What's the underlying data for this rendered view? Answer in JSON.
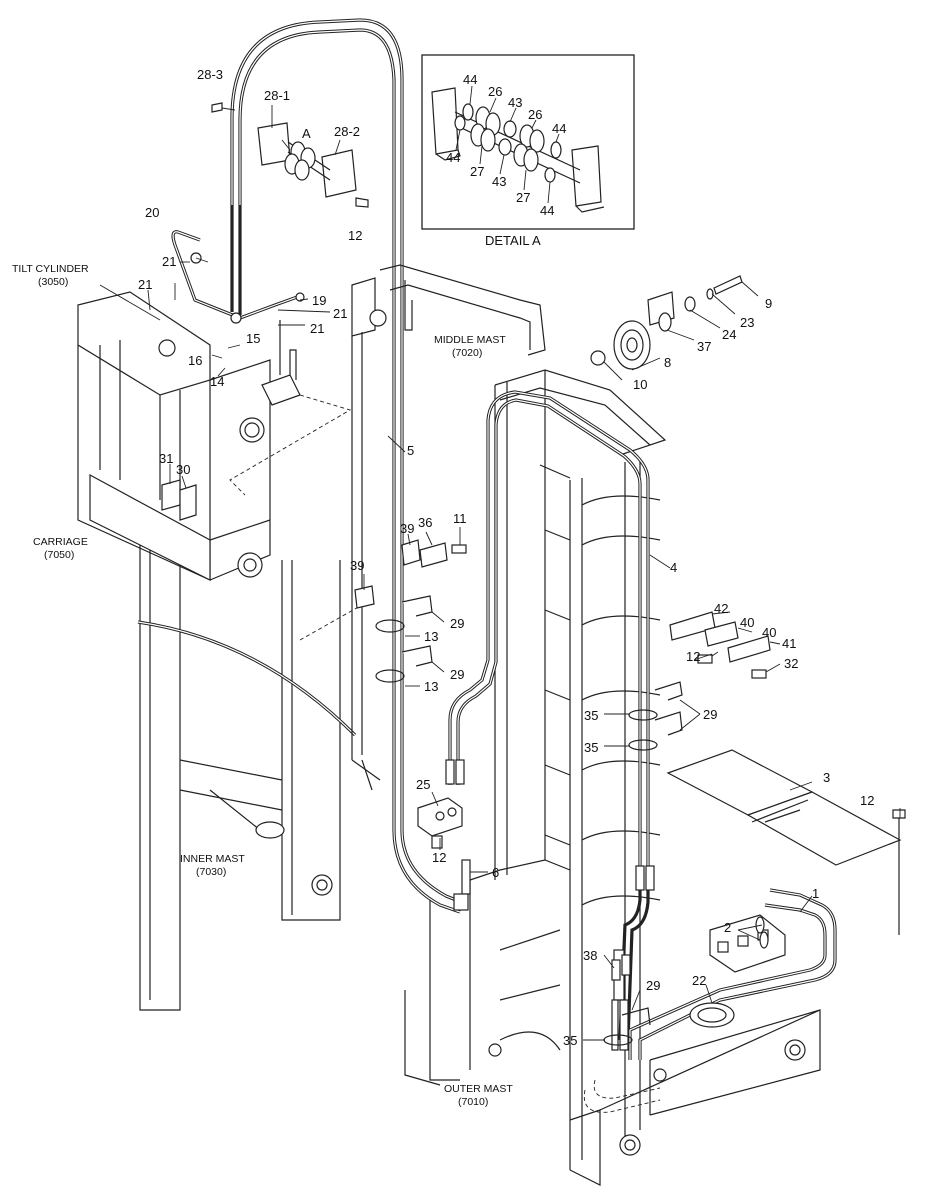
{
  "detail": {
    "title": "DETAIL A",
    "marker": "A"
  },
  "components": {
    "tilt_cylinder": {
      "name": "TILT CYLINDER",
      "code": "(3050)"
    },
    "middle_mast": {
      "name": "MIDDLE MAST",
      "code": "(7020)"
    },
    "carriage": {
      "name": "CARRIAGE",
      "code": "(7050)"
    },
    "inner_mast": {
      "name": "INNER MAST",
      "code": "(7030)"
    },
    "outer_mast": {
      "name": "OUTER MAST",
      "code": "(7010)"
    }
  },
  "callouts": {
    "c28_3": "28-3",
    "c28_1": "28-1",
    "c28_2": "28-2",
    "c12a": "12",
    "c20": "20",
    "c21a": "21",
    "c21b": "21",
    "c21c": "21",
    "c21d": "21",
    "c19": "19",
    "c15": "15",
    "c16": "16",
    "c14": "14",
    "c5": "5",
    "c31": "31",
    "c30": "30",
    "c39a": "39",
    "c36": "36",
    "c11": "11",
    "c39b": "39",
    "c29a": "29",
    "c13a": "13",
    "c29b": "29",
    "c13b": "13",
    "c25": "25",
    "c12b": "12",
    "c6": "6",
    "c9": "9",
    "c23": "23",
    "c24": "24",
    "c37": "37",
    "c8": "8",
    "c10": "10",
    "c4": "4",
    "c42": "42",
    "c40a": "40",
    "c40b": "40",
    "c41": "41",
    "c12c": "12",
    "c32": "32",
    "c35a": "35",
    "c29c": "29",
    "c35b": "35",
    "c3": "3",
    "c12d": "12",
    "c1": "1",
    "c2": "2",
    "c38": "38",
    "c22": "22",
    "c29d": "29",
    "c35c": "35",
    "d44a": "44",
    "d26a": "26",
    "d43a": "43",
    "d26b": "26",
    "d44b": "44",
    "d44c": "44",
    "d27a": "27",
    "d43b": "43",
    "d27b": "27",
    "d44d": "44"
  }
}
